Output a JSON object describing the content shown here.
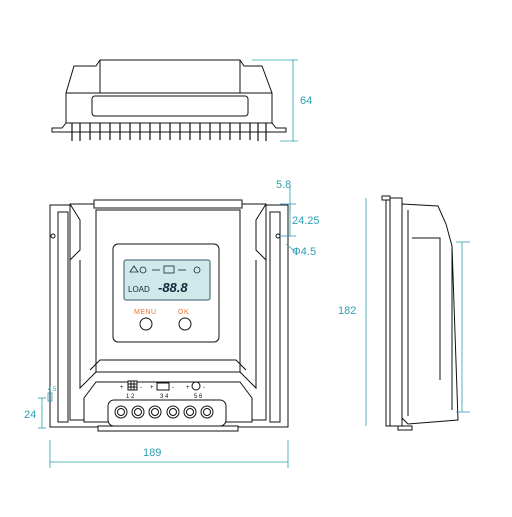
{
  "dimensions": {
    "height_top": "64",
    "top_offset": "5.8",
    "hole_offset": "24.25",
    "hole_diameter": "Φ4.5",
    "side_height": "182",
    "bottom_offset": "24",
    "small_dim": "4.5",
    "width": "189"
  },
  "lcd": {
    "digits": "-88.8",
    "load_label": "LOAD"
  },
  "buttons": {
    "menu": "MENU",
    "ok": "OK"
  },
  "terminals": {
    "solar_numbers": "1 2",
    "battery_numbers": "3 4",
    "load_numbers": "5 6",
    "polarity_plus": "+",
    "polarity_minus": "-"
  },
  "colors": {
    "dimension": "#2e9fb0",
    "button_label": "#e8742c",
    "lcd_screen": "#cfe8ea"
  }
}
